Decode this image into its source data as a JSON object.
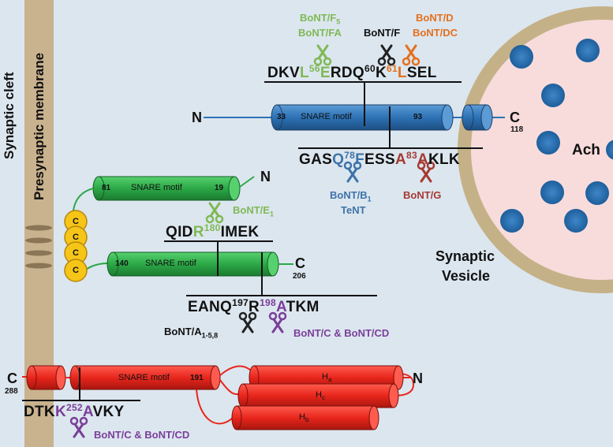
{
  "labels": {
    "synaptic_cleft": "Synaptic cleft",
    "presynaptic_membrane": "Presynaptic membrane",
    "synaptic_vesicle_line1": "Synaptic",
    "synaptic_vesicle_line2": "Vesicle",
    "ach": "Ach"
  },
  "vamp": {
    "n_terminus": "N",
    "c_terminus": "C",
    "c_number": "118",
    "motif_start": "33",
    "motif_end": "93",
    "motif_label": "SNARE motif",
    "top_seq": {
      "a": "DKV",
      "b": "L",
      "c": "56",
      "d": "E",
      "e": "RDQ",
      "f": "60",
      "g": "K",
      "h": "61",
      "i": "L",
      "j": "SEL"
    },
    "bottom_seq": {
      "a": "GAS",
      "b": "Q",
      "c": "78",
      "d": "F",
      "e": "ESS",
      "f": "A",
      "g": "83",
      "h": "A",
      "i": "KLK"
    },
    "enzymes": {
      "f5_line1": "BoNT/F",
      "f5_sub": "5",
      "f5_line2": "BoNT/FA",
      "f": "BoNT/F",
      "d_line1": "BoNT/D",
      "d_line2": "BoNT/DC",
      "b1_line1": "BoNT/B",
      "b1_sub": "1",
      "b1_line2": "TeNT",
      "g": "BoNT/G"
    }
  },
  "snap25": {
    "upper_motif_label": "SNARE motif",
    "upper_start": "81",
    "upper_end": "19",
    "n_terminus": "N",
    "lower_motif_label": "SNARE motif",
    "lower_start": "140",
    "c_terminus": "C",
    "c_number": "206",
    "cysteine": "C",
    "top_seq": {
      "a": "QID",
      "b": "R",
      "c": "180",
      "d": "IMEK"
    },
    "e1_label": "BoNT/E",
    "e1_sub": "1",
    "bottom_seq": {
      "a": "EANQ",
      "b": "197",
      "c": "R",
      "d": "198",
      "e": "A",
      "f": "TKM"
    },
    "a_label": "BoNT/A",
    "a_sub": "1-5,8",
    "c_label": "BoNT/C & BoNT/CD"
  },
  "syntaxin": {
    "c_terminus": "C",
    "c_number": "288",
    "motif_label": "SNARE motif",
    "motif_end": "191",
    "n_terminus": "N",
    "ha_label": "H",
    "ha_sub": "a",
    "hc_label": "H",
    "hc_sub": "c",
    "hb_label": "H",
    "hb_sub": "b",
    "seq": {
      "a": "DTK",
      "b": "K",
      "c": "252",
      "d": "A",
      "e": "VKY"
    },
    "c_enzyme_label": "BoNT/C & BoNT/CD"
  },
  "colors": {
    "background": "#dce6ef",
    "membrane": "#c9b28e",
    "vesicle_fill": "#f8dcdc",
    "vesicle_rim": "#c5b187",
    "vamp_blue": "#2d72b5",
    "snap_green": "#2ca847",
    "syntaxin_red": "#e8261c",
    "cys_yellow": "#f5c518",
    "light_green": "#7fb955",
    "orange": "#e4701e",
    "purple": "#7a3f99",
    "steel_blue": "#3e73a8",
    "brick_red": "#a43a32"
  }
}
